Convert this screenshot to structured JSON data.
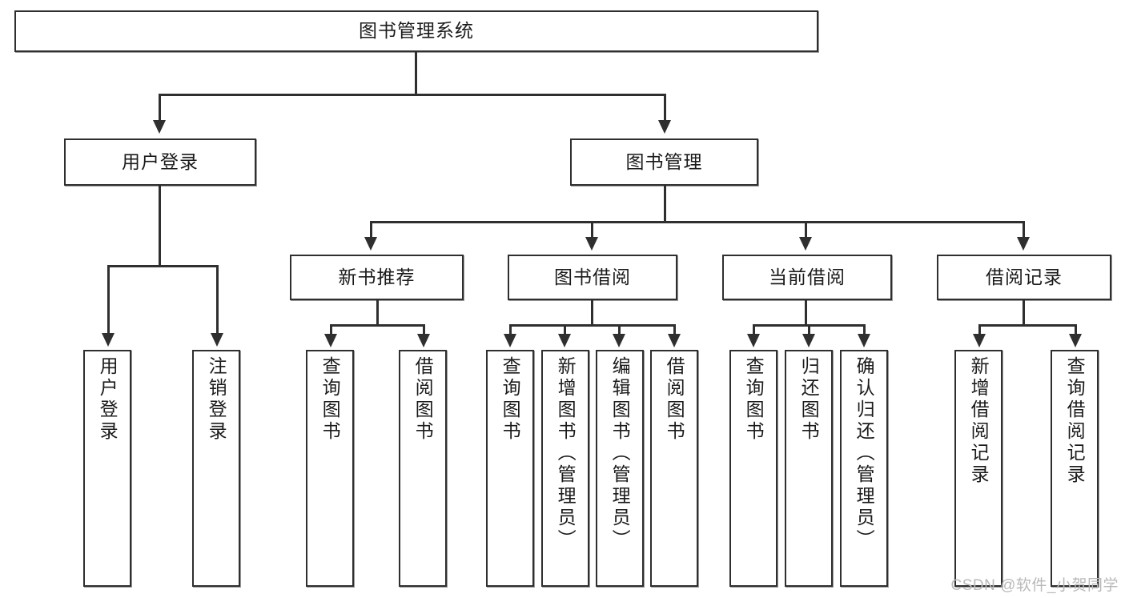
{
  "diagram": {
    "title": "图书管理系统",
    "watermark": "CSDN @软件_小贺同学",
    "root": {
      "label": "图书管理系统"
    },
    "level2": [
      {
        "id": "user-login",
        "label": "用户登录"
      },
      {
        "id": "book-management",
        "label": "图书管理"
      }
    ],
    "level3": [
      {
        "id": "new-book-recommend",
        "label": "新书推荐"
      },
      {
        "id": "book-borrow",
        "label": "图书借阅"
      },
      {
        "id": "current-borrow",
        "label": "当前借阅"
      },
      {
        "id": "borrow-record",
        "label": "借阅记录"
      }
    ],
    "leaves": {
      "user_login": [
        {
          "id": "leaf-user-login",
          "label": "用户登录"
        },
        {
          "id": "leaf-logout",
          "label": "注销登录"
        }
      ],
      "new_book_recommend": [
        {
          "id": "leaf-query-book-1",
          "label": "查询图书"
        },
        {
          "id": "leaf-borrow-book-1",
          "label": "借阅图书"
        }
      ],
      "book_borrow": [
        {
          "id": "leaf-query-book-2",
          "label": "查询图书"
        },
        {
          "id": "leaf-add-book",
          "label": "新增图书（管理员）"
        },
        {
          "id": "leaf-edit-book",
          "label": "编辑图书（管理员）"
        },
        {
          "id": "leaf-borrow-book-2",
          "label": "借阅图书"
        }
      ],
      "current_borrow": [
        {
          "id": "leaf-query-book-3",
          "label": "查询图书"
        },
        {
          "id": "leaf-return-book",
          "label": "归还图书"
        },
        {
          "id": "leaf-confirm-return",
          "label": "确认归还（管理员）"
        }
      ],
      "borrow_record": [
        {
          "id": "leaf-add-record",
          "label": "新增借阅记录"
        },
        {
          "id": "leaf-query-record",
          "label": "查询借阅记录"
        }
      ]
    },
    "colors": {
      "stroke": "#2f2f2f",
      "fill": "#ffffff",
      "text": "#1b1b1b",
      "watermark": "#b9b9b9"
    }
  }
}
